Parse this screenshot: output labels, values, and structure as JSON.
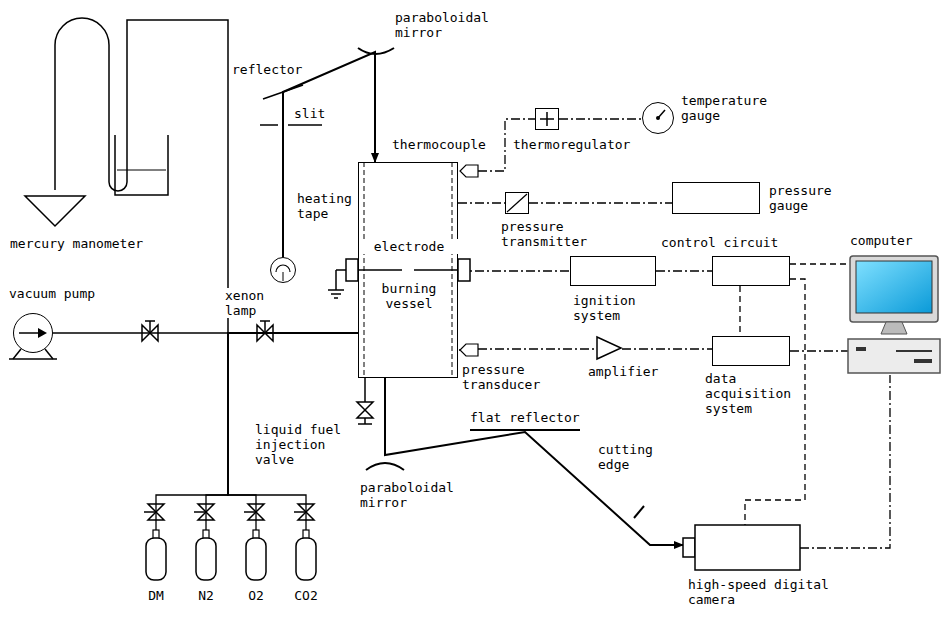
{
  "diagram": {
    "nodes": [
      {
        "text": [
          "thermoregulator"
        ]
      },
      {
        "text": [
          "temperature gauge"
        ]
      },
      {
        "text": [
          "thermocouple"
        ]
      },
      {
        "text": [
          "heating tape",
          "electrode",
          "burning vessel"
        ]
      },
      {
        "text": [
          "pressure transmitter"
        ]
      },
      {
        "text": [
          "pressure gauge"
        ]
      },
      {
        "text": [
          "xenon lamp"
        ]
      },
      {
        "text": [
          "ignition system"
        ]
      },
      {
        "text": [
          "control circuit"
        ]
      },
      {
        "text": [
          "computer"
        ]
      },
      {
        "text": [
          "vacuum pump"
        ]
      },
      {
        "text": [
          "pressure transducer"
        ]
      },
      {
        "text": [
          "amplifier"
        ]
      },
      {
        "text": [
          "data acquisition system"
        ]
      },
      {
        "text": [
          "high-speed digital camera"
        ]
      },
      {
        "text": [
          "DM"
        ]
      },
      {
        "text": [
          "N2"
        ]
      },
      {
        "text": [
          "O2"
        ]
      },
      {
        "text": [
          "CO2"
        ]
      }
    ],
    "edges": [
      {
        "from": 2,
        "to": 0,
        "arrow": "none"
      },
      {
        "from": 0,
        "to": 1,
        "arrow": "none"
      },
      {
        "from": 3,
        "to": 4,
        "arrow": "none"
      },
      {
        "from": 4,
        "to": 5,
        "arrow": "none"
      },
      {
        "from": 3,
        "to": 7,
        "arrow": "none"
      },
      {
        "from": 7,
        "to": 8,
        "arrow": "none"
      },
      {
        "from": 11,
        "to": 12,
        "arrow": "none"
      },
      {
        "from": 12,
        "to": 13,
        "arrow": "none"
      },
      {
        "from": 13,
        "to": 9,
        "arrow": "none"
      },
      {
        "from": 8,
        "to": 13,
        "arrow": "none"
      },
      {
        "from": 8,
        "to": 9,
        "arrow": "none"
      },
      {
        "from": 8,
        "to": 14,
        "arrow": "none"
      },
      {
        "from": 14,
        "to": 9,
        "arrow": "none"
      },
      {
        "from": 10,
        "to": 3,
        "arrow": "none"
      },
      {
        "from": 15,
        "to": 3,
        "arrow": "none"
      },
      {
        "from": 16,
        "to": 3,
        "arrow": "none"
      },
      {
        "from": 17,
        "to": 3,
        "arrow": "none"
      },
      {
        "from": 18,
        "to": 3,
        "arrow": "none"
      },
      {
        "from": 6,
        "to": 3,
        "arrow": "to"
      },
      {
        "from": 3,
        "to": 14,
        "arrow": "to"
      }
    ],
    "labels": [
      "reflector",
      "paraboloidal mirror",
      "slit",
      "mercury manometer",
      "liquid fuel injection valve",
      "flat reflector",
      "cutting edge",
      "paraboloidal mirror"
    ]
  }
}
